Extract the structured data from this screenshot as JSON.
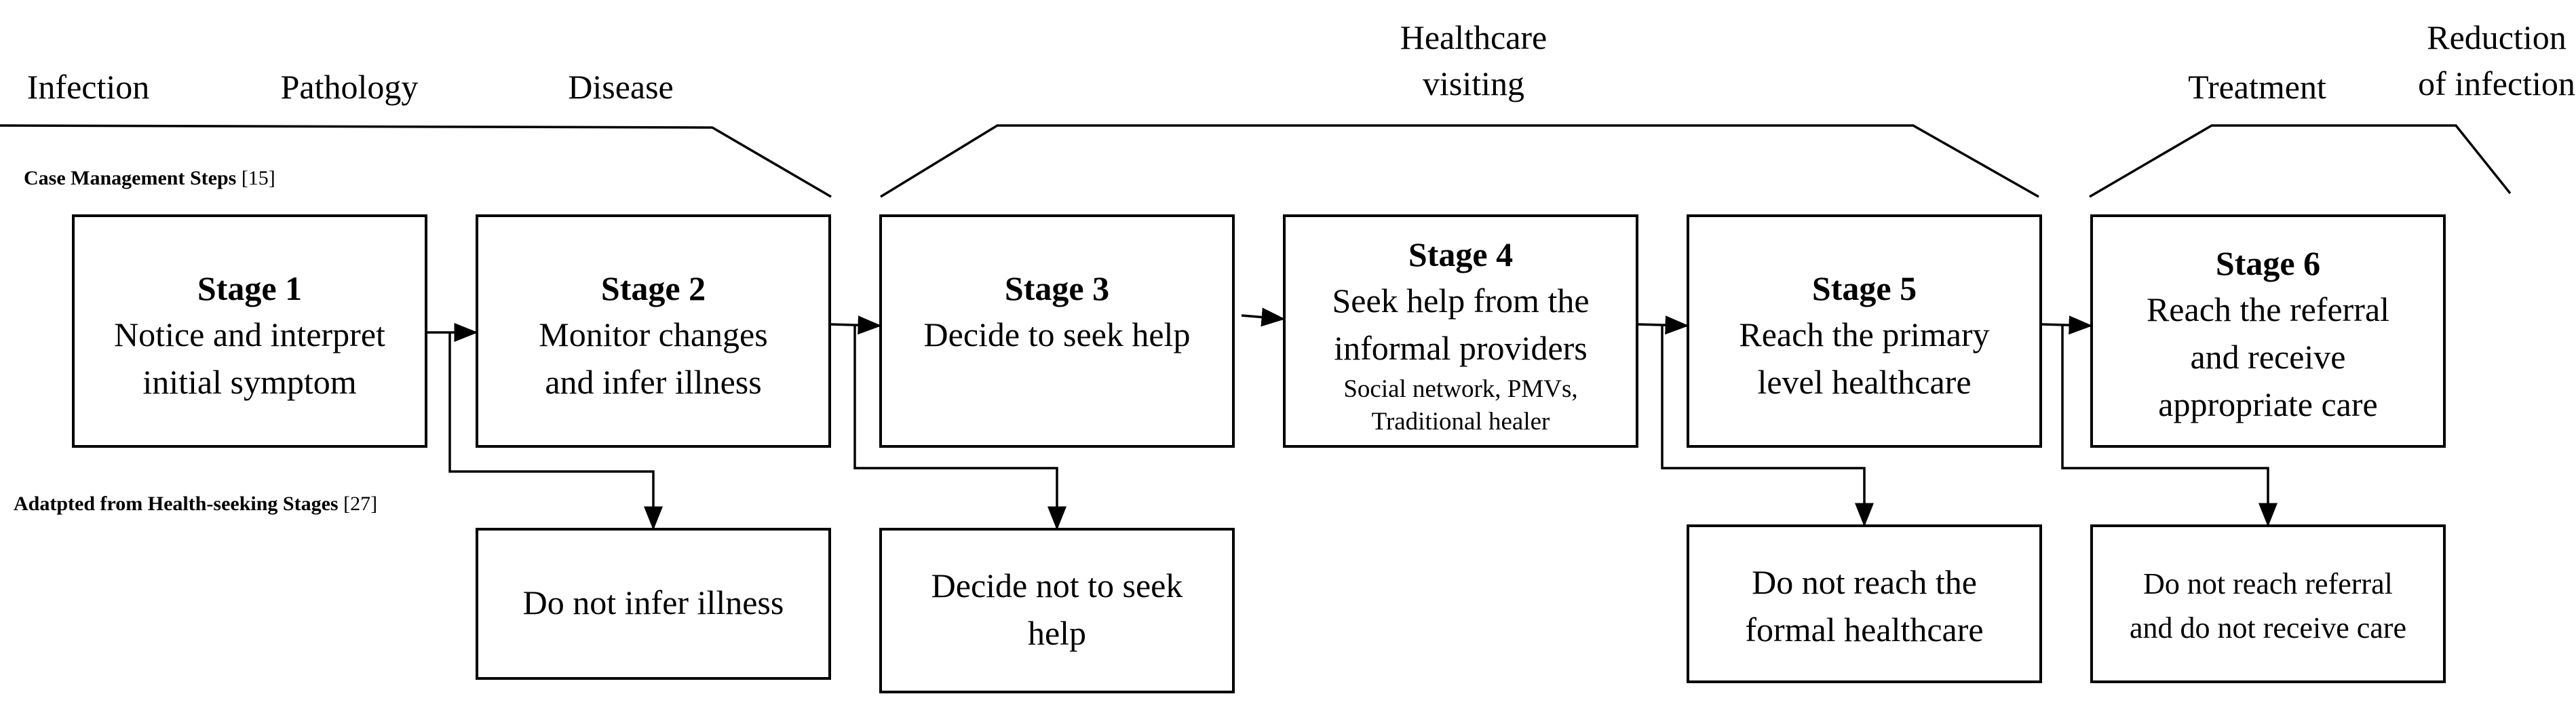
{
  "phases": {
    "infection": "Infection",
    "pathology": "Pathology",
    "disease": "Disease",
    "healthcare_line1": "Healthcare",
    "healthcare_line2": "visiting",
    "treatment": "Treatment",
    "reduction_line1": "Reduction",
    "reduction_line2": "of infection"
  },
  "sections": {
    "case_management": {
      "label": "Case Management Steps",
      "ref": "[15]"
    },
    "adapted": {
      "label": "Adatpted from Health-seeking Stages",
      "ref": "[27]"
    }
  },
  "stages": [
    {
      "title": "Stage 1",
      "lines": [
        "Notice and interpret",
        "initial symptom"
      ]
    },
    {
      "title": "Stage 2",
      "lines": [
        "Monitor changes",
        "and infer illness"
      ]
    },
    {
      "title": "Stage 3",
      "lines": [
        "Decide to seek help"
      ]
    },
    {
      "title": "Stage 4",
      "lines": [
        "Seek help from the",
        "informal providers"
      ],
      "sub": [
        "Social network, PMVs,",
        "Traditional healer"
      ]
    },
    {
      "title": "Stage 5",
      "lines": [
        "Reach the primary",
        "level healthcare"
      ]
    },
    {
      "title": "Stage 6",
      "lines": [
        "Reach the referral",
        "and receive",
        "appropriate care"
      ]
    }
  ],
  "outcomes": [
    {
      "lines": [
        "Do not infer illness"
      ]
    },
    {
      "lines": [
        "Decide not to seek",
        "help"
      ]
    },
    {
      "lines": [
        "Do not reach the",
        "formal healthcare"
      ]
    },
    {
      "lines": [
        "Do not reach referral",
        "and do not receive care"
      ]
    }
  ]
}
